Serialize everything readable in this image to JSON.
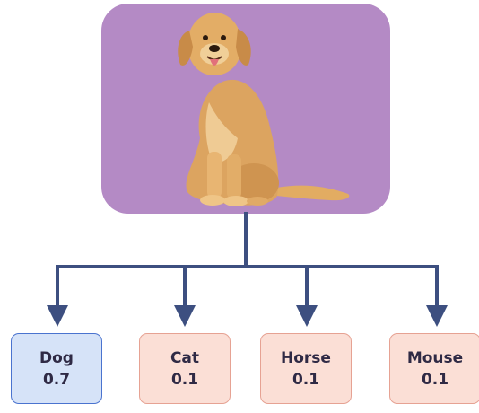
{
  "input_image": {
    "subject_icon": "golden-retriever-sitting",
    "background_color": "#b48ac5"
  },
  "connector_color": "#3d4f80",
  "predictions": [
    {
      "label": "Dog",
      "score": "0.7"
    },
    {
      "label": "Cat",
      "score": "0.1"
    },
    {
      "label": "Horse",
      "score": "0.1"
    },
    {
      "label": "Mouse",
      "score": "0.1"
    }
  ],
  "colors": {
    "top_fill": "#d6e3f8",
    "top_border": "#4a73cf",
    "other_fill": "#fbdfd6",
    "other_border": "#e6a293",
    "text": "#2f2a45"
  }
}
